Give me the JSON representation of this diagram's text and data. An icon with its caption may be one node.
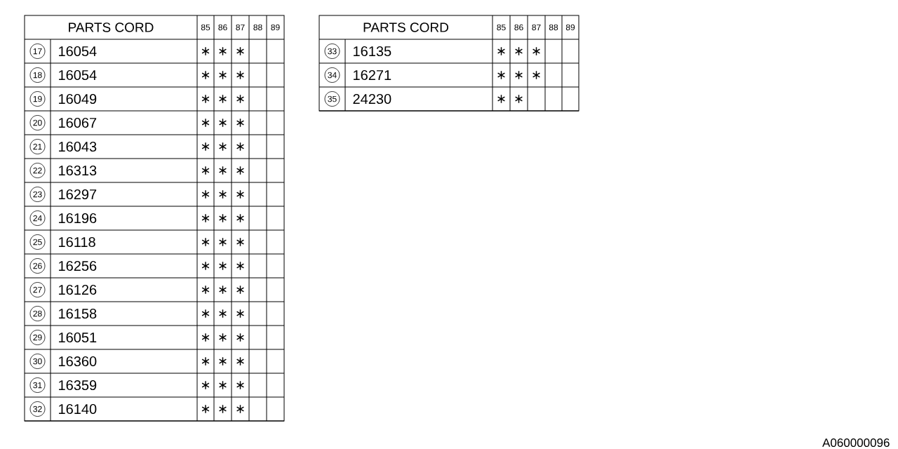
{
  "diagram": {
    "labels": [
      "PARTS CORD",
      "85",
      "86",
      "87",
      "88",
      "89",
      "17",
      "16054",
      "∗",
      "∗",
      "∗",
      "18",
      "16054",
      "∗",
      "∗",
      "∗",
      "19",
      "16049",
      "∗",
      "∗",
      "∗",
      "20",
      "16067",
      "∗",
      "∗",
      "∗",
      "21",
      "16043",
      "∗",
      "∗",
      "∗",
      "22",
      "16313",
      "∗",
      "∗",
      "∗",
      "23",
      "16297",
      "∗",
      "∗",
      "∗",
      "24",
      "16196",
      "∗",
      "∗",
      "∗",
      "25",
      "16118",
      "∗",
      "∗",
      "∗",
      "26",
      "16256",
      "∗",
      "∗",
      "∗",
      "27",
      "16126",
      "∗",
      "∗",
      "∗",
      "28",
      "16158",
      "∗",
      "∗",
      "∗",
      "29",
      "16051",
      "∗",
      "∗",
      "∗",
      "30",
      "16360",
      "∗",
      "∗",
      "∗",
      "31",
      "16359",
      "∗",
      "∗",
      "∗",
      "32",
      "16140",
      "∗",
      "∗",
      "∗",
      "PARTS CORD",
      "85",
      "86",
      "87",
      "88",
      "89",
      "33",
      "16135",
      "∗",
      "∗",
      "∗",
      "34",
      "16271",
      "∗",
      "∗",
      "∗",
      "35",
      "24230",
      "∗",
      "∗",
      "A060000096"
    ]
  }
}
